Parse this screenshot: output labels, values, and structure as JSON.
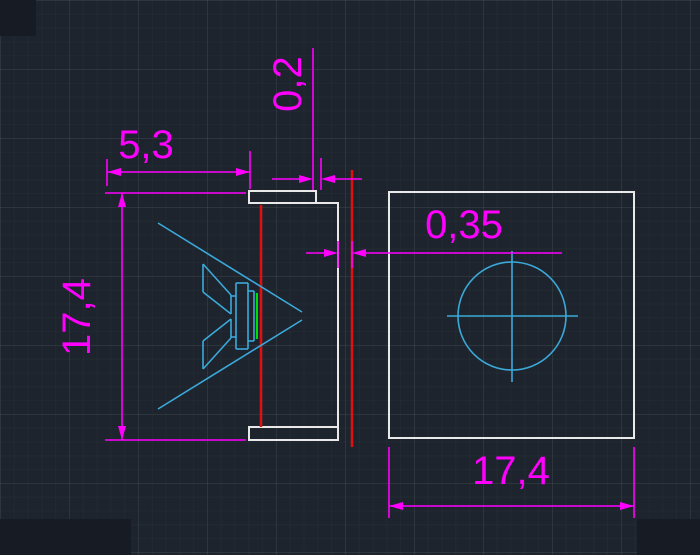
{
  "canvas": {
    "background_color": "#1d242d",
    "grid_minor_color": "#242b35",
    "grid_major_color": "#27303b"
  },
  "colors": {
    "dimension_magenta": "#ff00ff",
    "object_white": "#e9e9e9",
    "part_cyan": "#3ba9da",
    "marker_red": "#e01010",
    "marker_green": "#00dd00"
  },
  "dimensions": {
    "top_width": "5,3",
    "top_gap": "0,2",
    "left_height": "17,4",
    "middle_gap": "0,35",
    "bottom_width": "17,4"
  }
}
